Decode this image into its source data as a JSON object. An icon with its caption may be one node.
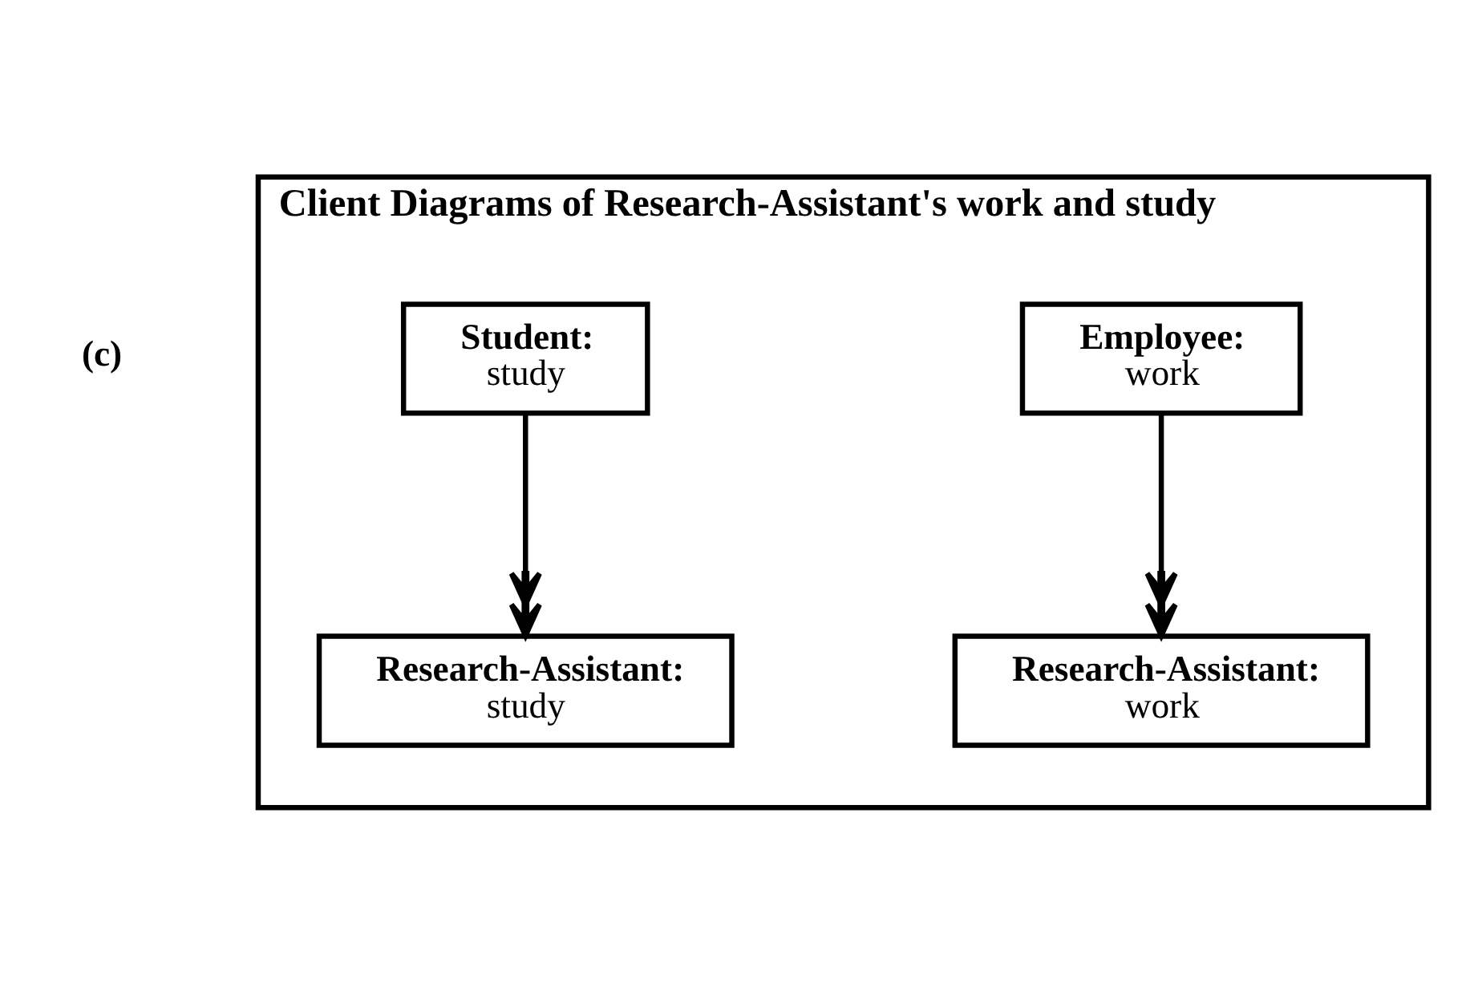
{
  "diagram": {
    "nodes": [
      {
        "text": [
          "Client Diagrams of Research-Assistant's work and study"
        ]
      },
      {
        "text": [
          "Employee:",
          "work"
        ],
        "in": 0
      },
      {
        "text": [
          "Student:",
          "study"
        ],
        "in": 0
      },
      {
        "text": [
          "Research-Assistant:",
          "work"
        ],
        "in": 0
      },
      {
        "text": [
          "Research-Assistant:",
          "study"
        ],
        "in": 0
      }
    ],
    "edges": [
      {
        "from": 1,
        "to": 3,
        "arrow": "to"
      },
      {
        "from": 2,
        "to": 4,
        "arrow": "to"
      }
    ],
    "labels": [
      "(c)"
    ]
  }
}
